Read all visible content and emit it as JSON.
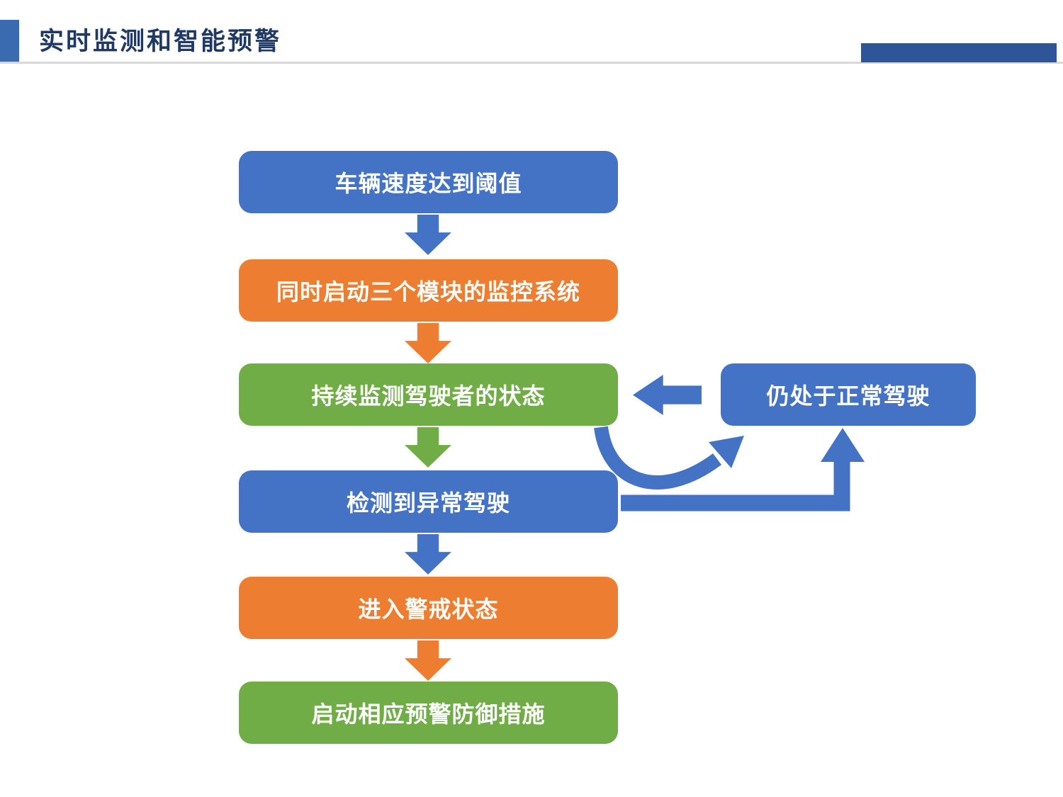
{
  "slide": {
    "title": "实时监测和智能预警"
  },
  "flowchart": {
    "nodes": [
      {
        "label": "车辆速度达到阈值",
        "color": "blue"
      },
      {
        "label": "同时启动三个模块的监控系统",
        "color": "orange"
      },
      {
        "label": "持续监测驾驶者的状态",
        "color": "green"
      },
      {
        "label": "检测到异常驾驶",
        "color": "blue"
      },
      {
        "label": "进入警戒状态",
        "color": "orange"
      },
      {
        "label": "启动相应预警防御措施",
        "color": "green"
      }
    ],
    "side_node": {
      "label": "仍处于正常驾驶",
      "color": "blue"
    },
    "connectors": [
      {
        "name": "left-block-arrow",
        "from": "仍处于正常驾驶",
        "to": "持续监测驾驶者的状态"
      },
      {
        "name": "curved-arrow",
        "from": "持续监测驾驶者的状态",
        "to": "仍处于正常驾驶"
      },
      {
        "name": "elbow-arrow",
        "from": "检测到异常驾驶",
        "to": "仍处于正常驾驶"
      }
    ],
    "colors": {
      "blue": "#4472C4",
      "orange": "#ED7D31",
      "green": "#70AD47",
      "title": "#1F3864",
      "accent_right": "#2E5597",
      "accent_left": "#3A6AB0"
    }
  }
}
